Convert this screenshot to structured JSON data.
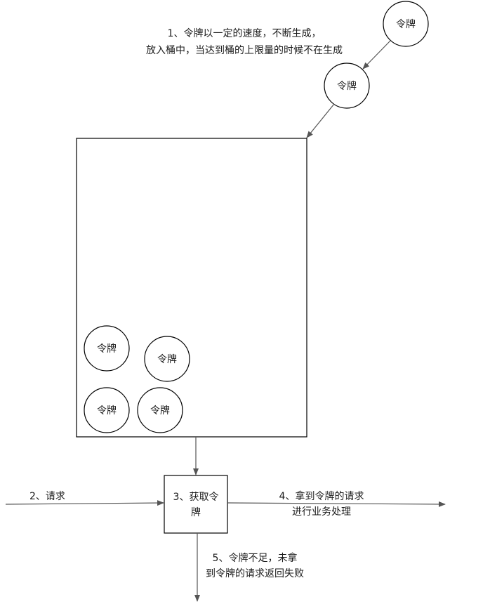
{
  "token_label": "令牌",
  "generation_note": {
    "line1": "1、令牌以一定的速度，不断生成，",
    "line2": "放入桶中，当达到桶的上限量的时候不在生成"
  },
  "request_label": "2、请求",
  "acquire_label": {
    "line1": "3、获取令",
    "line2": "牌"
  },
  "success_note": {
    "line1": "4、拿到令牌的请求",
    "line2": "进行业务处理"
  },
  "failure_note": {
    "line1": "5、令牌不足，未拿",
    "line2": "到令牌的请求返回失败"
  }
}
